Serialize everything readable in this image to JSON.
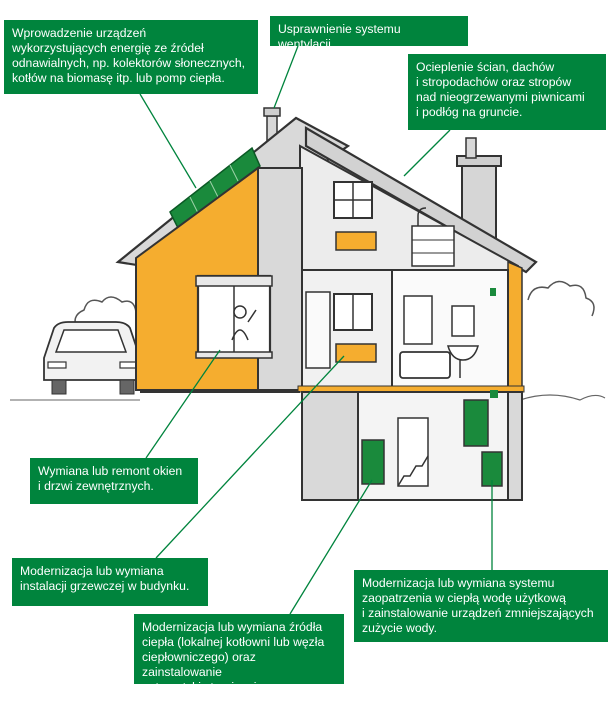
{
  "callouts": {
    "renewable": [
      "Wprowadzenie urządzeń",
      "wykorzystujących energię ze źródeł",
      "odnawialnych, np. kolektorów słonecznych,",
      "kotłów na biomasę itp. lub pomp ciepła."
    ],
    "ventilation": [
      "Usprawnienie systemu wentylacji."
    ],
    "insulation": [
      "Ocieplenie ścian, dachów",
      "i stropodachów oraz  stropów",
      "nad nieogrzewanymi piwnicami",
      "i podłóg na gruncie."
    ],
    "windows": [
      "Wymiana lub remont okien",
      "i drzwi zewnętrznych."
    ],
    "heating_installation": [
      "Modernizacja lub wymiana",
      "instalacji grzewczej w budynku."
    ],
    "hot_water": [
      "Modernizacja lub wymiana systemu",
      "zaopatrzenia w ciepłą wodę użytkową",
      "i zainstalowanie urządzeń zmniejszających",
      "zużycie wody."
    ],
    "heat_source": [
      "Modernizacja lub wymiana źródła",
      "ciepła (lokalnej kotłowni lub węzła",
      "ciepłowniczego) oraz zainstalowanie",
      "automatyki sterującej."
    ]
  },
  "colors": {
    "callout_green": "#00843d",
    "wall_orange": "#f5ad2f",
    "wall_grey": "#d9d9d9",
    "wall_light": "#ececec",
    "outline": "#333333",
    "appliance_green": "#1a8a3c"
  }
}
